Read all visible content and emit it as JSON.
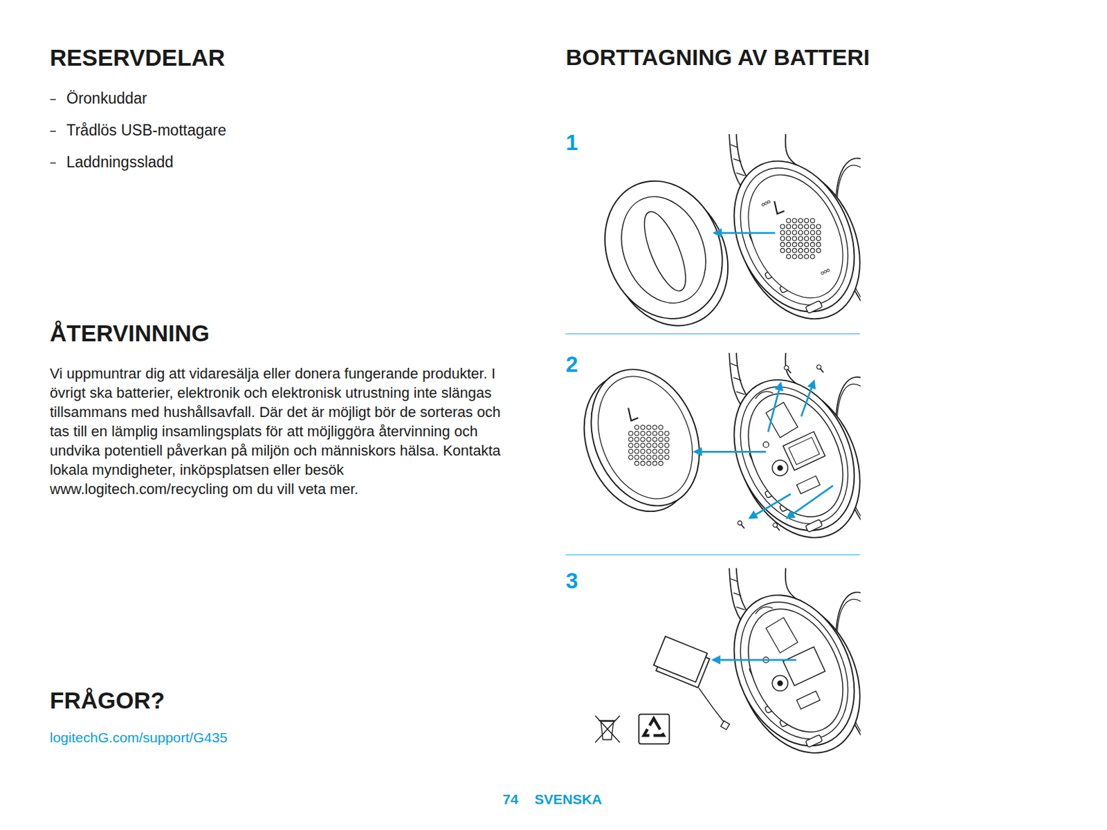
{
  "diagram": {
    "labels": [
      "RESERVDELAR",
      "Öronkuddar",
      "Trådlös USB-mottagare",
      "Laddningssladd",
      "ÅTERVINNING",
      "Vi uppmuntrar dig att vidaresälja eller donera fungerande produkter. I övrigt ska batterier, elektronik och elektronisk utrustning inte slängas tillsammans med hushållsavfall. Där det är möjligt bör de sorteras och tas till en lämplig insamlingsplats för att möjliggöra återvinning och undvika potentiell påverkan på miljön och människors hälsa. Kontakta lokala myndigheter, inköpsplatsen eller besök www.logitech.com/recycling om du vill veta mer.",
      "FRÅGOR?",
      "logitechG.com/support/G435",
      "BORTTAGNING AV BATTERI",
      "1",
      "2",
      "3",
      "74",
      "SVENSKA"
    ]
  }
}
